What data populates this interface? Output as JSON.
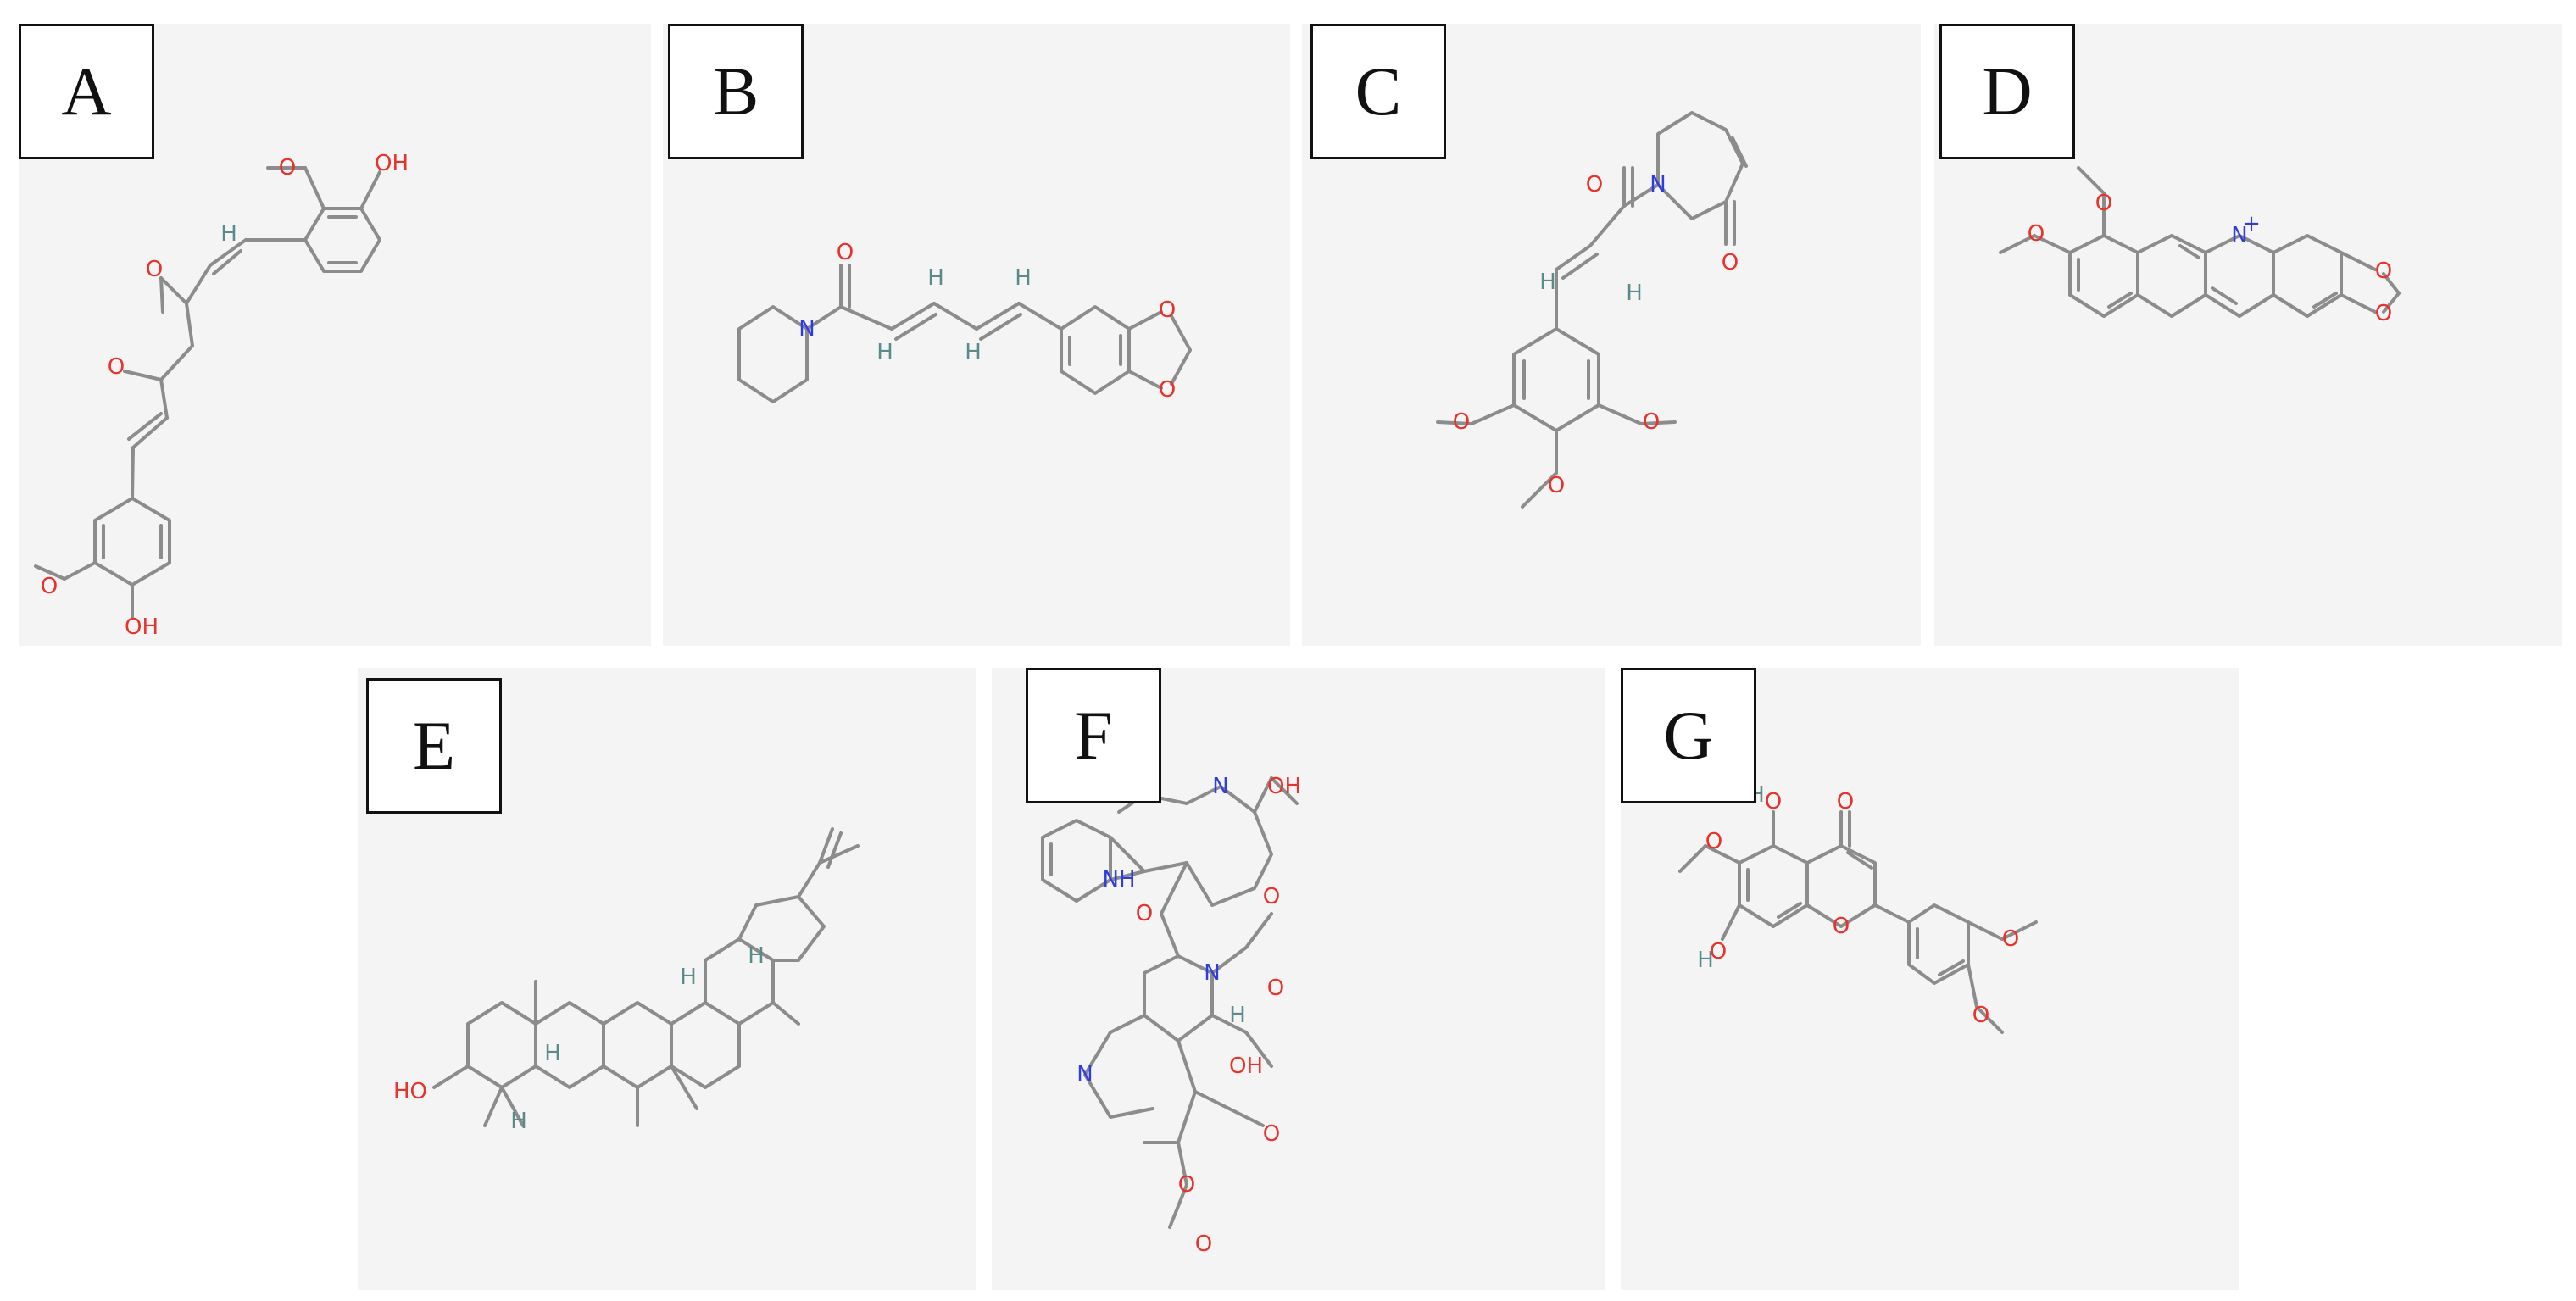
{
  "colors": {
    "panel_bg": "#f4f4f4",
    "bond": "#8c8c8c",
    "oxygen": "#e8322a",
    "nitrogen": "#2f3ce0",
    "hydrogen": "#5a8a8a",
    "label_border": "#111111"
  },
  "panels": [
    {
      "label": "A",
      "atoms": {
        "o": "O",
        "h": "H",
        "oh": "OH"
      }
    },
    {
      "label": "B",
      "atoms": {
        "o": "O",
        "n": "N",
        "h": "H"
      }
    },
    {
      "label": "C",
      "atoms": {
        "o": "O",
        "n": "N",
        "h": "H"
      }
    },
    {
      "label": "D",
      "atoms": {
        "o": "O",
        "n": "N",
        "plus": "+"
      }
    },
    {
      "label": "E",
      "atoms": {
        "h": "H",
        "ho": "HO"
      }
    },
    {
      "label": "F",
      "atoms": {
        "o": "O",
        "n": "N",
        "h": "H",
        "nh": "NH",
        "oh": "OH"
      }
    },
    {
      "label": "G",
      "atoms": {
        "o": "O",
        "h": "H"
      }
    }
  ]
}
